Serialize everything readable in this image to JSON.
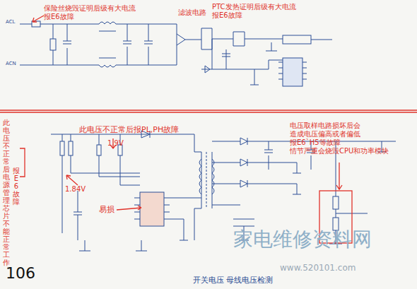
{
  "diagram": {
    "caption": "开关电压 母线电压检测",
    "labels": [
      "保险丝烧毁证明后级有大电流 报E6故障",
      "滤波电路",
      "PTC发热证明后级有大电流 报E6故障",
      "ACL",
      "ACN",
      "此电压不正常后报PL,PH故障",
      "1.9V",
      "1.84V",
      "易损",
      "电压取样电路损坏后会 造成电压偏高或者偏低 报E6`H5等故障 情节严重会烧毁CPU和功率模块",
      "此电压不正常后电源管理芯片不能正常工作",
      "报E6故障",
      "106",
      "家电维修资料网",
      "www.520101.com"
    ]
  }
}
